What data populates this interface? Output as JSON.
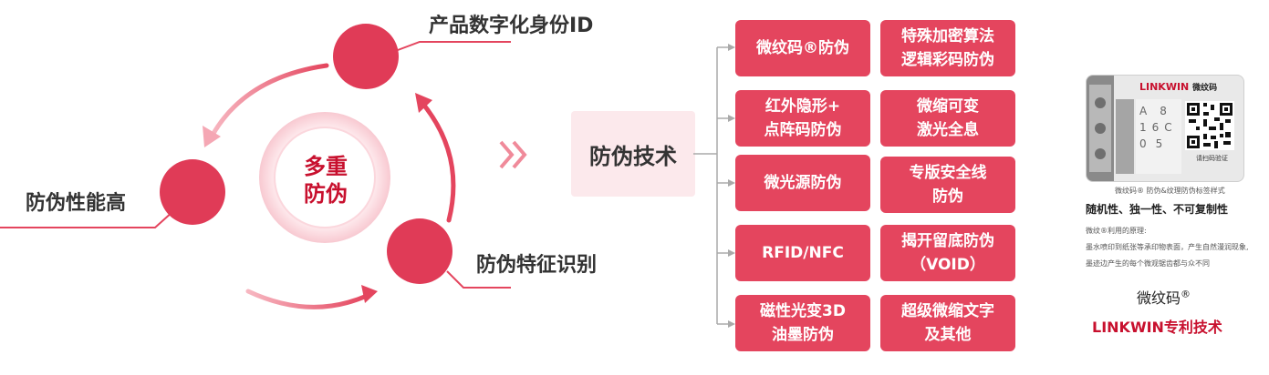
{
  "diagram": {
    "center_label": "多重\n防伪",
    "nodes": [
      {
        "label": "产品数字化身份ID"
      },
      {
        "label": "防伪性能高"
      },
      {
        "label": "防伪特征识别"
      }
    ],
    "hub_label": "防伪技术",
    "technologies": [
      {
        "text": "微纹码®防伪"
      },
      {
        "text": "特殊加密算法\n逻辑彩码防伪"
      },
      {
        "text": "红外隐形+\n点阵码防伪"
      },
      {
        "text": "微缩可变\n激光全息"
      },
      {
        "text": "微光源防伪"
      },
      {
        "text": "专版安全线\n防伪"
      },
      {
        "text": "RFID/NFC"
      },
      {
        "text": "揭开留底防伪\n（VOID）"
      },
      {
        "text": "磁性光变3D\n油墨防伪"
      },
      {
        "text": "超级微缩文字\n及其他"
      }
    ]
  },
  "sample": {
    "card_brand": "LINKWIN",
    "card_brand_cn": "微纹码",
    "card_scan_text": "请扫码验证",
    "card_chars": [
      "A",
      "8",
      "1",
      "6",
      "C",
      "0",
      "5"
    ],
    "card_caption": "微纹码® 防伪&纹理防伪标签样式",
    "heading": "随机性、独一性、不可复制性",
    "notes": [
      "微纹®利用的原理:",
      "墨水喷印到纸张等承印物表面，产生自然漫润现象,",
      "墨迹边产生的每个微观锯齿都与众不同"
    ],
    "brand_name": "微纹码",
    "brand_mark": "®",
    "patent": "LINKWIN专利技术"
  },
  "colors": {
    "accent": "#e4455e",
    "dark_red": "#c8102e",
    "hub_bg": "#fce9ec"
  }
}
